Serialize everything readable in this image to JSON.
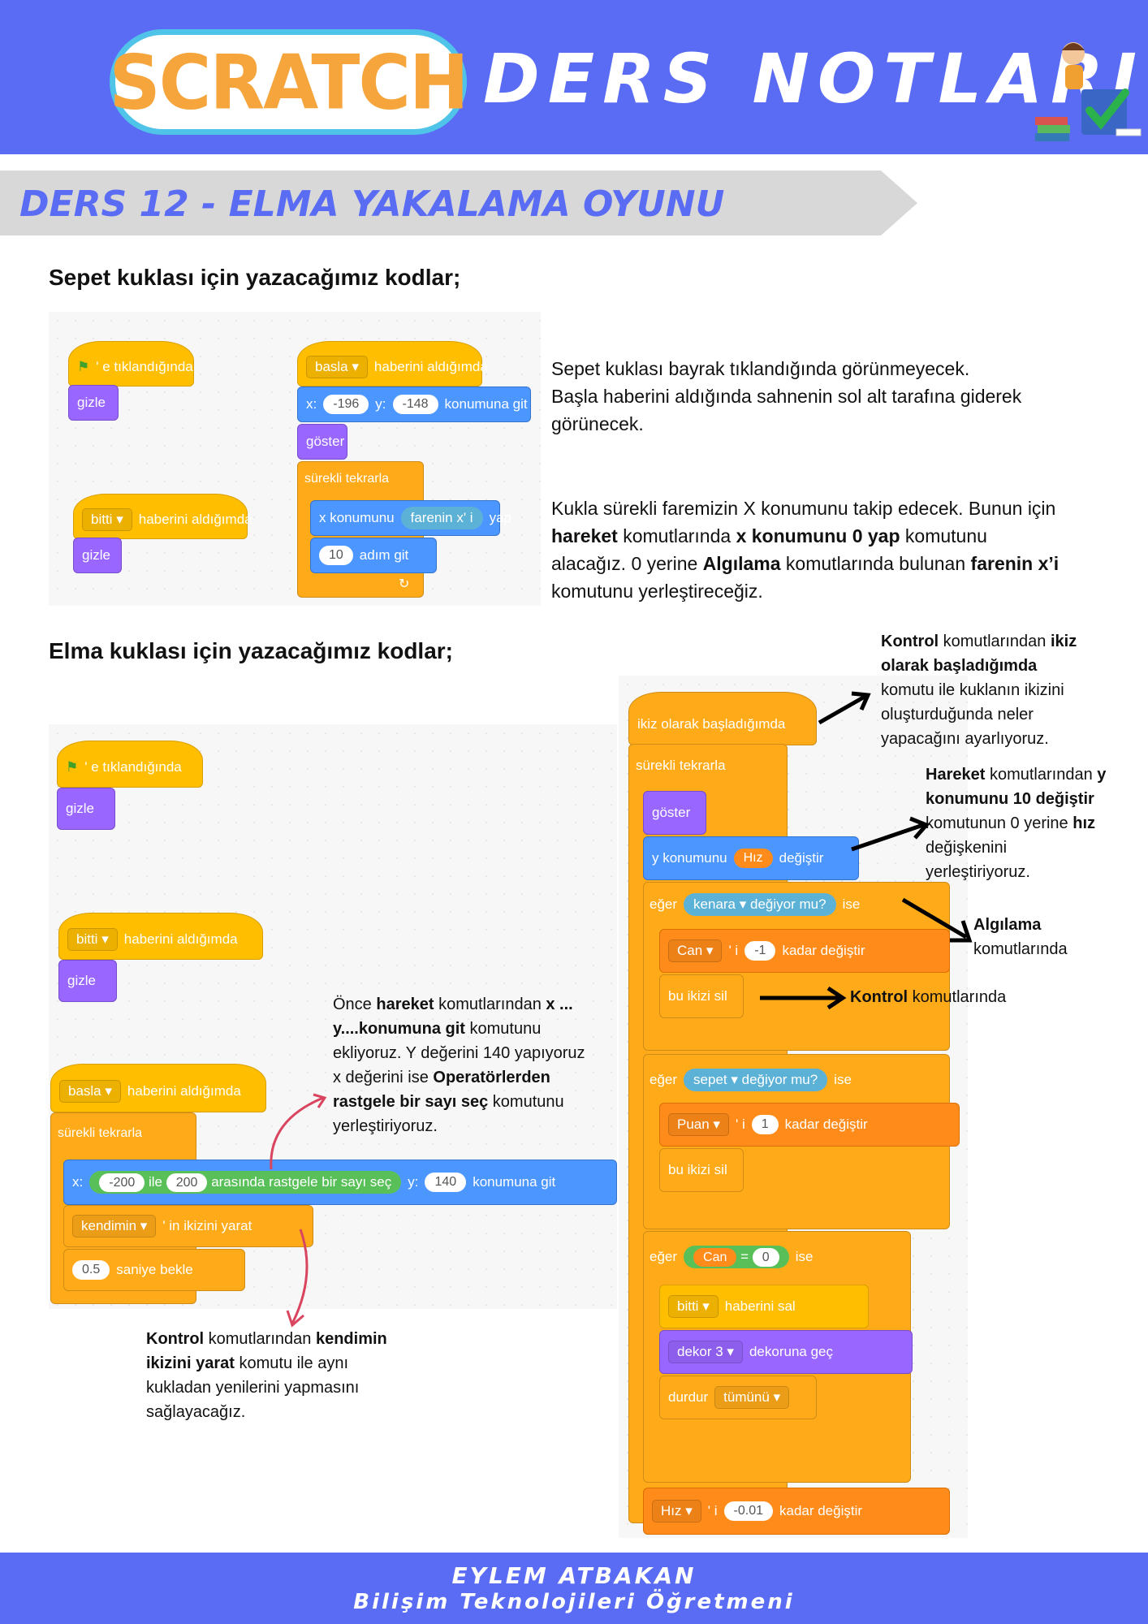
{
  "header": {
    "logo_text": "SCRATCH",
    "title": "DERS NOTLARI"
  },
  "lesson_title": "DERS 12 - ELMA YAKALAMA OYUNU",
  "sepet": {
    "heading": "Sepet kuklası için yazacağımız kodlar;",
    "desc1": [
      "Sepet kuklası bayrak tıklandığında görünmeyecek.",
      "Başla haberini aldığında sahnenin sol alt tarafına giderek",
      "görünecek."
    ],
    "desc2": {
      "l1": "Kukla sürekli faremizin X konumunu takip edecek. Bunun için",
      "l2a": "hareket",
      "l2b": " komutlarında ",
      "l2c": "x konumunu 0 yap",
      "l2d": " komutunu",
      "l3a": "alacağız. 0 yerine ",
      "l3b": "Algılama",
      "l3c": " komutlarında bulunan ",
      "l3d": "farenin x’i",
      "l4": "komutunu yerleştireceğiz."
    },
    "blocks": {
      "flag_hat": "' e tıklandığında",
      "gizle": "gizle",
      "basla": "basla",
      "bitti": "bitti",
      "haberini": "haberini aldığımda",
      "x": "x:",
      "xval": "-196",
      "y": "y:",
      "yval": "-148",
      "goto": "konumuna git",
      "goster": "göster",
      "forever": "sürekli tekrarla",
      "setx": "x konumunu",
      "mousex": "farenin x' i",
      "yap": "yap",
      "steps": "10",
      "move": "adım git"
    }
  },
  "elma": {
    "heading": "Elma kuklası için yazacağımız kodlar;",
    "left_blocks": {
      "flag_hat": "' e tıklandığında",
      "gizle": "gizle",
      "bitti": "bitti",
      "haberini": "haberini aldığımda",
      "basla": "basla",
      "forever": "sürekli tekrarla",
      "x": "x:",
      "r1": "-200",
      "ile": "ile",
      "r2": "200",
      "rand": "arasında rastgele bir sayı seç",
      "y": "y:",
      "yval": "140",
      "goto": "konumuna git",
      "kendimin": "kendimin",
      "clone": "' in ikizini yarat",
      "wait": "0.5",
      "saniye": "saniye bekle"
    },
    "note1": {
      "a": "Önce ",
      "b": "hareket",
      "c": " komutlarından ",
      "d": "x ...",
      "e": "y....konumuna git",
      "f": " komutunu",
      "g": "ekliyoruz. Y değerini 140 yapıyoruz",
      "h": "x değerini ise ",
      "i": "Operatörlerden",
      "j": "rastgele bir sayı seç",
      "k": " komutunu",
      "l": "yerleştiriyoruz."
    },
    "note2": {
      "a": "Kontrol",
      "b": " komutlarından ",
      "c": "kendimin",
      "d": "ikizini yarat",
      "e": " komutu ile aynı",
      "f": "kukladan yenilerini yapmasını",
      "g": "sağlayacağız."
    },
    "right_blocks": {
      "clone_hat": "ikiz olarak başladığımda",
      "forever": "sürekli tekrarla",
      "goster": "göster",
      "changey": "y konumunu",
      "hiz": "Hız",
      "degistir": "değiştir",
      "eger": "eğer",
      "kenara": "kenara",
      "touching": "değiyor mu?",
      "ise": "ise",
      "can": "Can",
      "i": "' i",
      "m1": "-1",
      "kadar": "kadar değiştir",
      "delete": "bu ikizi sil",
      "sepet": "sepet",
      "puan": "Puan",
      "p1": "1",
      "eq": "=",
      "zero": "0",
      "bitti": "bitti",
      "sal": "haberini sal",
      "dekor": "dekor 3",
      "dekorgec": "dekoruna geç",
      "durdur": "durdur",
      "tumunu": "tümünü",
      "hizval": "-0.01"
    },
    "note3": {
      "a": "Kontrol",
      "b": " komutlarından ",
      "c": "ikiz",
      "d": "olarak başladığımda",
      "e": "komutu ile kuklanın ikizini",
      "f": "oluşturduğunda neler",
      "g": "yapacağını ayarlıyoruz."
    },
    "note4": {
      "a": "Hareket",
      "b": " komutlarından ",
      "c": "y",
      "d": "konumunu 10 değiştir",
      "e": "komutunun 0 yerine ",
      "f": "hız",
      "g": "değişkenini",
      "h": "yerleştiriyoruz."
    },
    "note5": {
      "a": "Algılama",
      "b": "komutlarında"
    },
    "note6": {
      "a": "Kontrol",
      "b": " komutlarında"
    }
  },
  "footer": {
    "author": "EYLEM ATBAKAN",
    "role": "Bilişim Teknolojileri Öğretmeni"
  },
  "colors": {
    "brand": "#5a6cf3",
    "event": "#ffbf00",
    "control": "#ffab19",
    "motion": "#4c97ff",
    "looks": "#9966ff",
    "variable": "#ff8c1a",
    "sensing": "#5cb1d6",
    "operator": "#59c059"
  }
}
